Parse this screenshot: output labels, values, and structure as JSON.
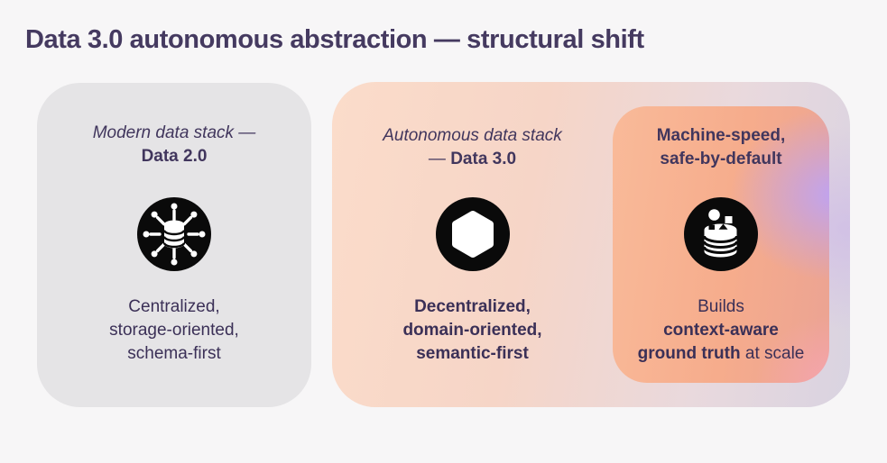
{
  "header": {
    "title": "Data 3.0 autonomous abstraction — structural shift"
  },
  "cards": {
    "data2": {
      "title_line1": "Modern data stack —",
      "title_line2": "Data 2.0",
      "icon": "centralized-hub-icon",
      "body_line1": "Centralized,",
      "body_line2": "storage-oriented,",
      "body_line3": "schema-first"
    },
    "data3": {
      "title_line1": "Autonomous data stack",
      "title_line2_dash": "— ",
      "title_line2_bold": "Data 3.0",
      "icon": "hexagon-icon",
      "body_line1": "Decentralized,",
      "body_line2": "domain-oriented,",
      "body_line3": "semantic-first"
    },
    "machine_speed": {
      "title_line1": "Machine-speed,",
      "title_line2": "safe-by-default",
      "icon": "database-stack-icon",
      "body_line1": "Builds",
      "body_line2_bold": "context-aware",
      "body_line3_bold": "ground truth",
      "body_line3_regular": " at scale"
    }
  },
  "colors": {
    "background": "#f7f6f7",
    "title_text": "#453a60",
    "card_text": "#3b3057",
    "gray_card": "#e5e4e6",
    "peach": "#f9ba99",
    "orange": "#f6ac8c",
    "purple_accent": "#bfa3f1",
    "pink_accent": "#f6a5b0",
    "lavender": "#d9d3e1",
    "icon_background": "#0a0a0a",
    "icon_foreground": "#ffffff"
  }
}
